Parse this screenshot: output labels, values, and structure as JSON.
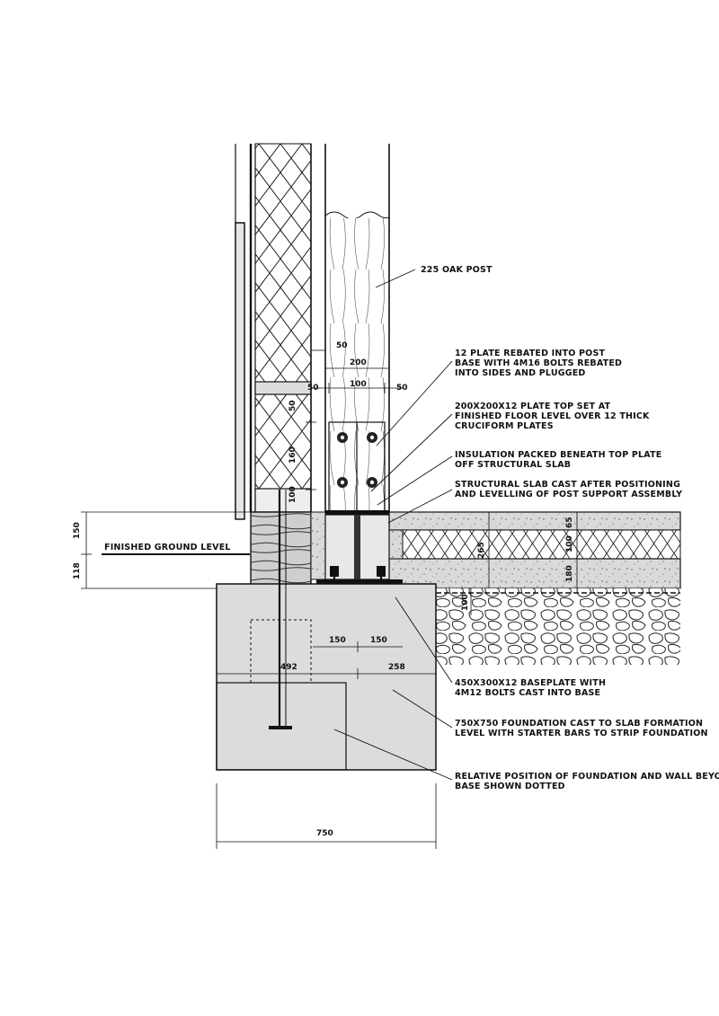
{
  "notes": {
    "oak_post": "225 OAK POST",
    "plate_rebated": [
      "12 PLATE REBATED INTO POST",
      "BASE WITH 4M16 BOLTS REBATED",
      "INTO SIDES AND PLUGGED"
    ],
    "top_plate": [
      "200X200X12 PLATE TOP SET AT",
      "FINISHED FLOOR LEVEL OVER 12 THICK",
      "CRUCIFORM PLATES"
    ],
    "insulation": [
      "INSULATION PACKED BENEATH TOP PLATE",
      "OFF STRUCTURAL SLAB"
    ],
    "structural_slab": [
      "STRUCTURAL SLAB CAST AFTER POSITIONING",
      "AND LEVELLING OF POST SUPPORT ASSEMBLY"
    ],
    "finished_ground": "FINISHED GROUND LEVEL",
    "baseplate": [
      "450X300X12 BASEPLATE WITH",
      "4M12 BOLTS CAST INTO BASE"
    ],
    "foundation": [
      "750X750 FOUNDATION CAST TO SLAB FORMATION",
      "LEVEL WITH STARTER BARS TO STRIP FOUNDATION"
    ],
    "relative_position": [
      "RELATIVE POSITION OF FOUNDATION AND WALL BEYOND",
      "BASE SHOWN DOTTED"
    ]
  },
  "dimensions": {
    "d50_top": "50",
    "d200": "200",
    "d50_left": "50",
    "d100": "100",
    "d50_right": "50",
    "d50_vert": "50",
    "d160": "160",
    "d100_vert": "100",
    "d150_left": "150",
    "d118": "118",
    "d265": "265",
    "d65": "65",
    "d100_slab": "100",
    "d180": "180",
    "d100_sub": "100",
    "d150_bolt_a": "150",
    "d150_bolt_b": "150",
    "d492": "492",
    "d258": "258",
    "d750": "750"
  }
}
